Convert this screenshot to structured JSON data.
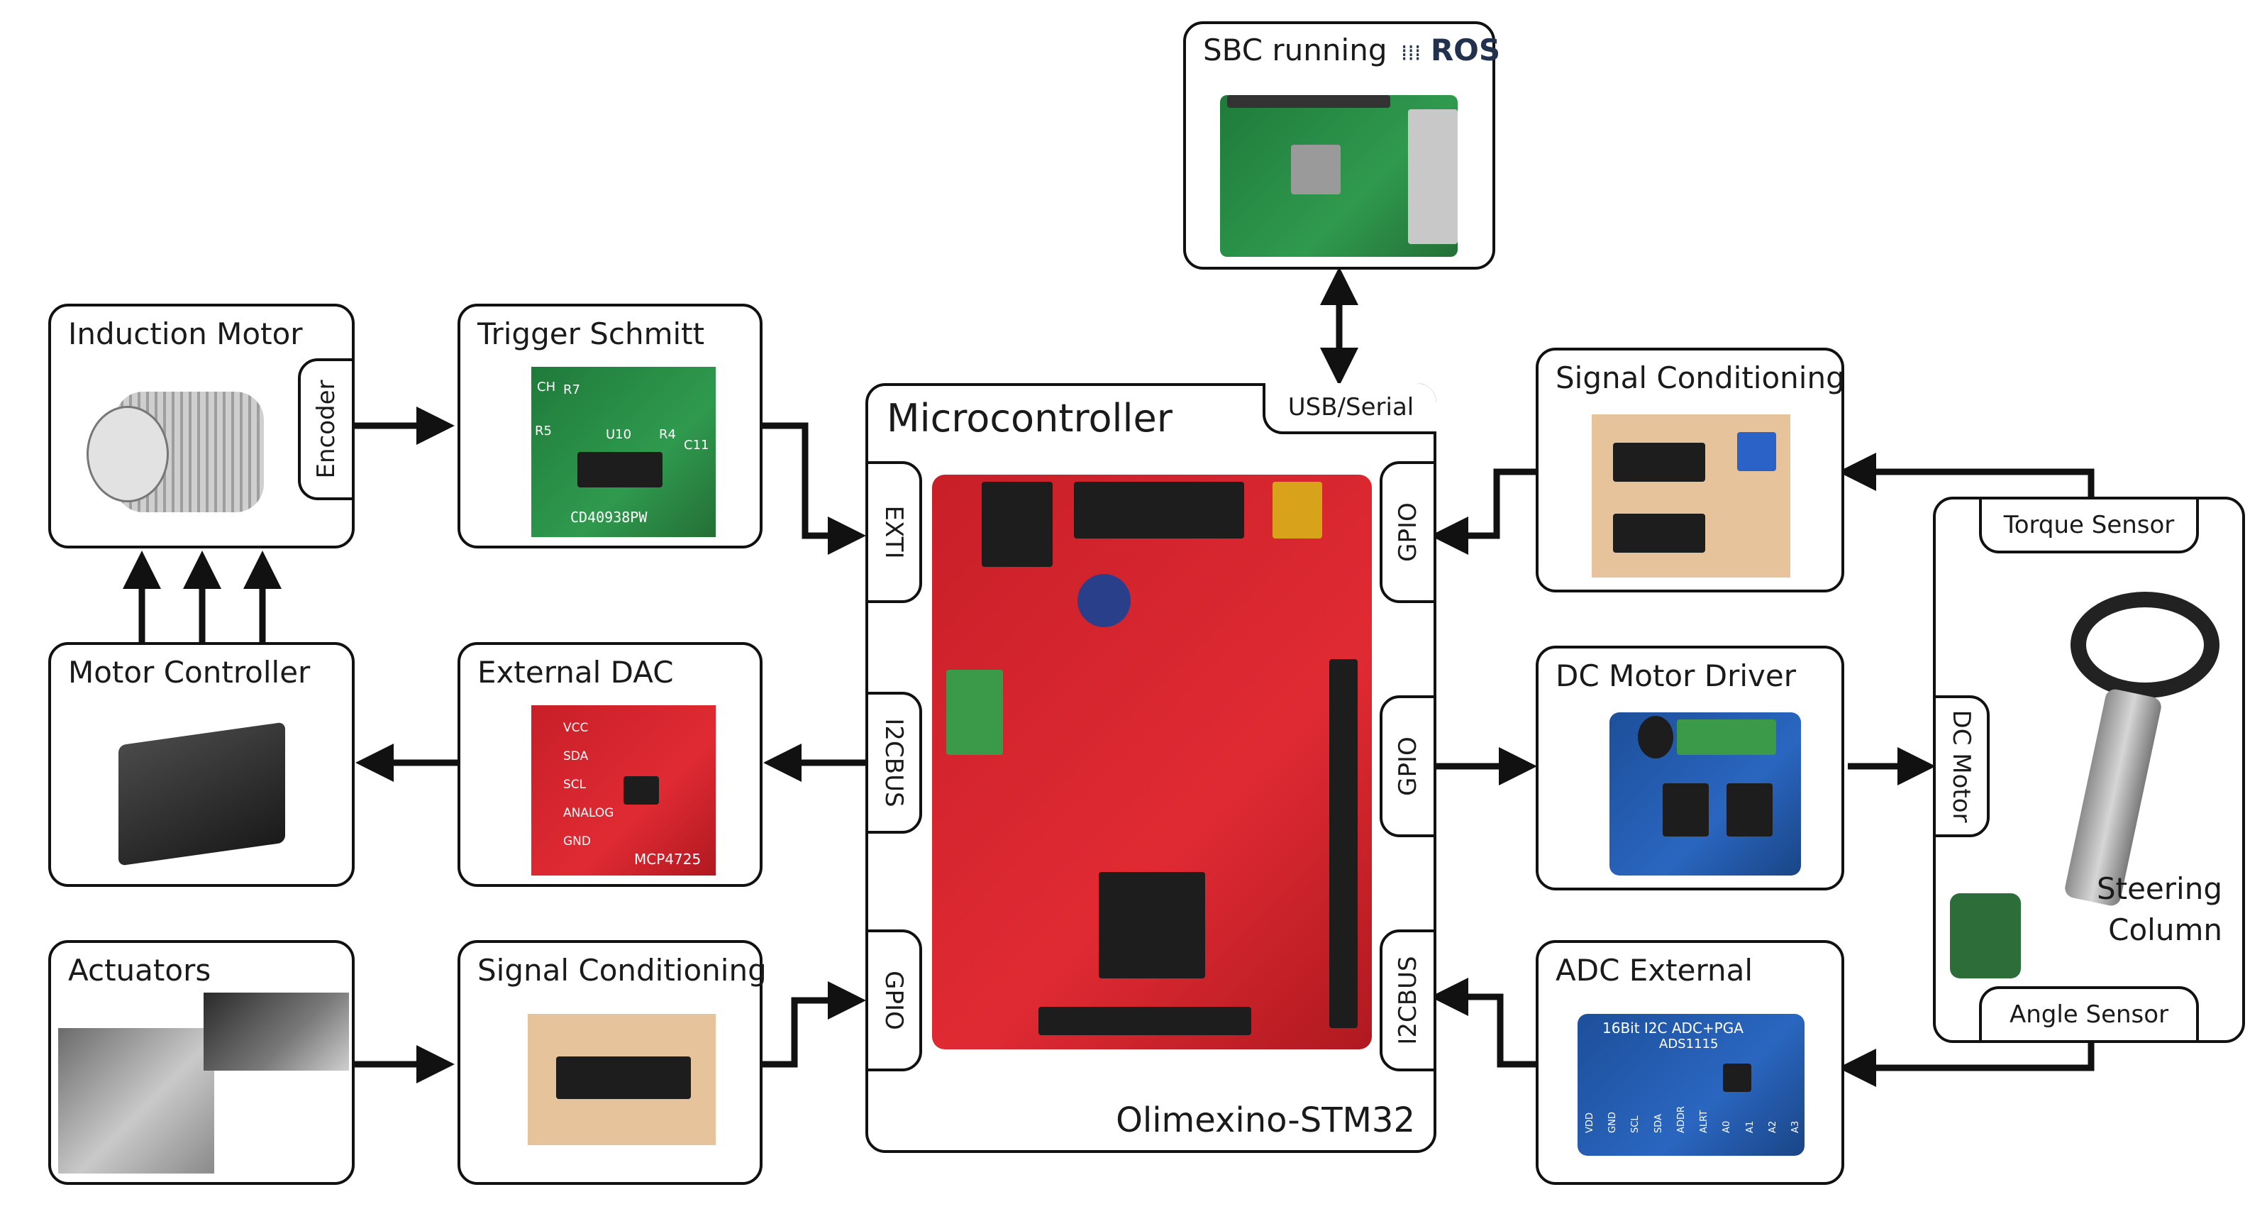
{
  "sbc": {
    "title_prefix": "SBC running",
    "ros_logo": "ROS"
  },
  "microcontroller": {
    "title": "Microcontroller",
    "board_name": "Olimexino-STM32",
    "usb_tab": "USB/Serial"
  },
  "mcu_ports": {
    "exti": "EXTI",
    "i2cbus_left": "I2CBUS",
    "gpio_left": "GPIO",
    "gpio_right_top": "GPIO",
    "gpio_right_mid": "GPIO",
    "i2cbus_right": "I2CBUS"
  },
  "induction_motor": {
    "title": "Induction Motor",
    "encoder": "Encoder"
  },
  "trigger_schmitt": {
    "title": "Trigger Schmitt",
    "chip_label": "CD40938PW",
    "ref_u10": "U10",
    "ref_r7": "R7",
    "ref_ch": "CH",
    "ref_r5": "R5",
    "ref_r4": "R4",
    "ref_c11": "C11"
  },
  "motor_controller": {
    "title": "Motor Controller"
  },
  "external_dac": {
    "title": "External DAC",
    "pins": [
      "VCC",
      "SDA",
      "SCL",
      "ANALOG",
      "GND"
    ],
    "chip": "MCP4725"
  },
  "actuators": {
    "title": "Actuators"
  },
  "signal_conditioning_left": {
    "title": "Signal Conditioning"
  },
  "signal_conditioning_right": {
    "title": "Signal Conditioning"
  },
  "dc_motor_driver": {
    "title": "DC Motor Driver"
  },
  "adc_external": {
    "title": "ADC External",
    "board_text": "16Bit I2C ADC+PGA",
    "chip": "ADS1115",
    "pins": [
      "VDD",
      "GND",
      "SCL",
      "SDA",
      "ADDR",
      "ALRT",
      "A0",
      "A1",
      "A2",
      "A3"
    ]
  },
  "steering": {
    "torque_sensor": "Torque Sensor",
    "angle_sensor": "Angle Sensor",
    "dc_motor": "DC Motor",
    "column_line1": "Steering",
    "column_line2": "Column"
  },
  "colors": {
    "pcb_green": "#2f9a4e",
    "pcb_red": "#e02a33",
    "pcb_blue": "#2a66c0",
    "ros_blue": "#22314e"
  }
}
